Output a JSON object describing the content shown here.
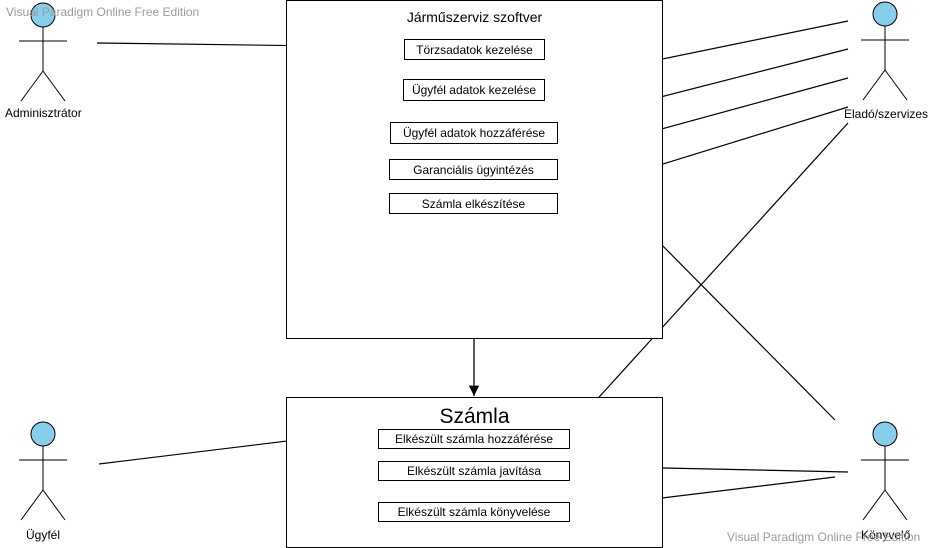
{
  "watermark": {
    "top_left": "Visual Paradigm Online Free Edition",
    "bottom_right": "Visual Paradigm Online Free Edition"
  },
  "systems": {
    "software": {
      "title": "Járműszerviz szoftver",
      "use_cases": [
        "Törzsadatok kezelése",
        "Ügyfél adatok kezelése",
        "Ügyfél adatok hozzáférése",
        "Garanciális ügyintézés",
        "Számla elkészítése"
      ]
    },
    "invoice": {
      "title": "Számla",
      "use_cases": [
        "Elkészült számla hozzáférése",
        "Elkészült számla javítása",
        "Elkészült számla könyvelése"
      ]
    }
  },
  "actors": {
    "admin": "Adminisztrátor",
    "seller": "Eladó/szervizes",
    "customer": "Ügyfél",
    "accountant": "Könyvelő"
  },
  "colors": {
    "actor_head": "#87ceeb",
    "line": "#000000",
    "watermark": "#9a9a9a"
  }
}
